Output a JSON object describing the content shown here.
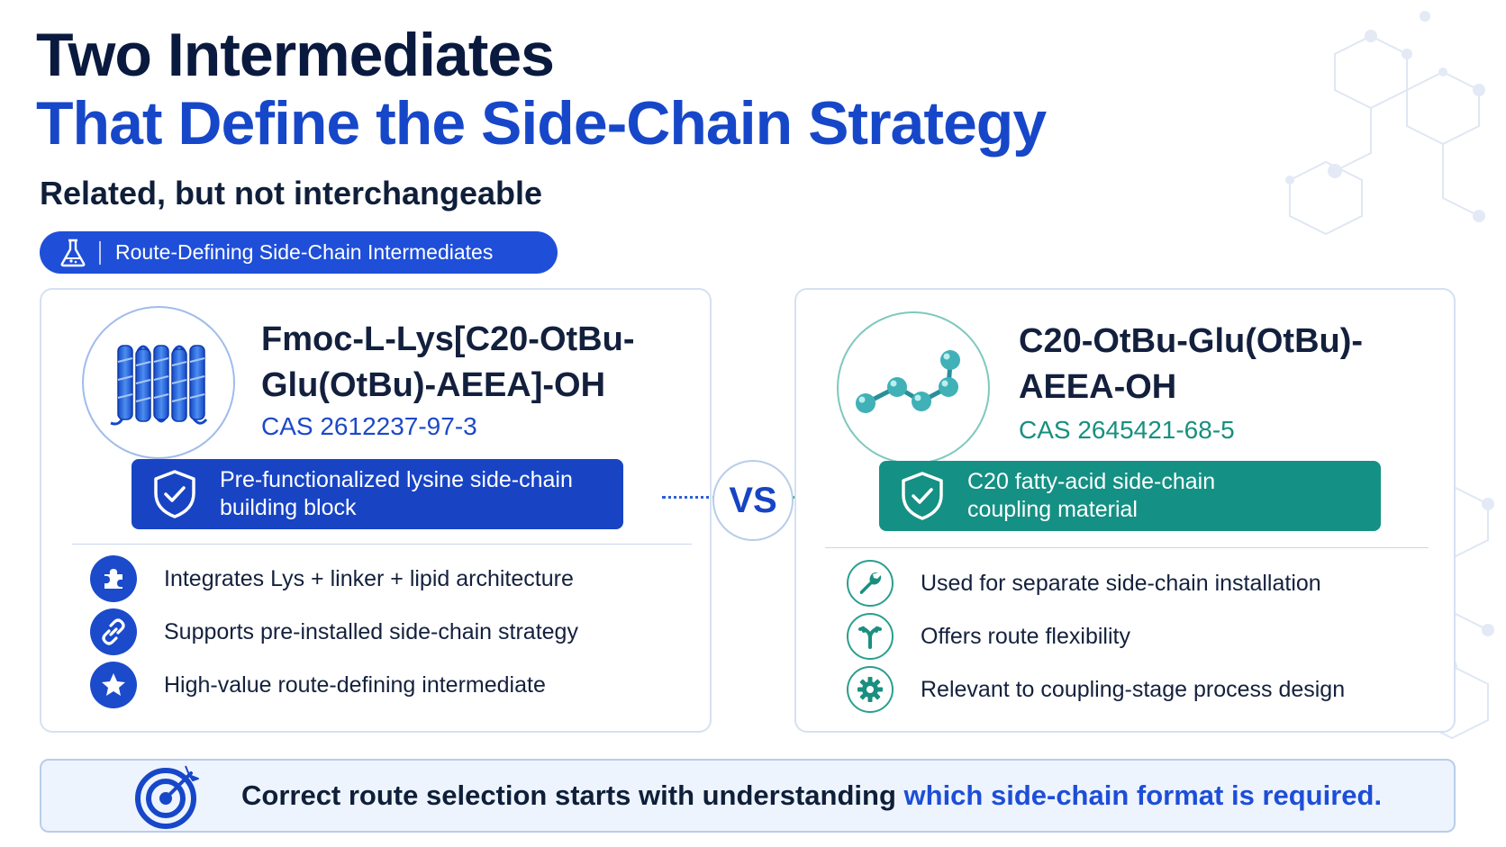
{
  "heading": {
    "line1": "Two Intermediates",
    "line2": "That Define the Side-Chain Strategy",
    "subtitle": "Related, but not interchangeable"
  },
  "tag": {
    "icon": "flask-icon",
    "label": "Route-Defining Side-Chain Intermediates"
  },
  "left_card": {
    "illustration": "protein-helix-icon",
    "name_line1": "Fmoc-L-Lys[C20-OtBu-",
    "name_line2": "Glu(OtBu)-AEEA]-OH",
    "cas": "CAS 2612237-97-3",
    "badge_line1": "Pre-functionalized lysine side-chain",
    "badge_line2": "building block",
    "badge_icon": "shield-check-icon",
    "features": [
      {
        "icon": "puzzle-icon",
        "text": "Integrates Lys + linker + lipid architecture"
      },
      {
        "icon": "link-icon",
        "text": "Supports pre-installed side-chain strategy"
      },
      {
        "icon": "star-icon",
        "text": "High-value route-defining intermediate"
      }
    ],
    "accent": "#1844c4"
  },
  "vs": "VS",
  "right_card": {
    "illustration": "molecule-chain-icon",
    "name_line1": "C20-OtBu-Glu(OtBu)-",
    "name_line2": "AEEA-OH",
    "cas": "CAS 2645421-68-5",
    "badge_line1": "C20 fatty-acid side-chain",
    "badge_line2": "coupling material",
    "badge_icon": "shield-check-icon",
    "features": [
      {
        "icon": "wrench-icon",
        "text": "Used for separate side-chain installation"
      },
      {
        "icon": "branch-icon",
        "text": "Offers route flexibility"
      },
      {
        "icon": "gear-icon",
        "text": "Relevant to coupling-stage process design"
      }
    ],
    "accent": "#159084"
  },
  "footer": {
    "icon": "target-icon",
    "message_start": "Correct route selection starts with understanding ",
    "message_highlight": "which side-chain format is required."
  }
}
